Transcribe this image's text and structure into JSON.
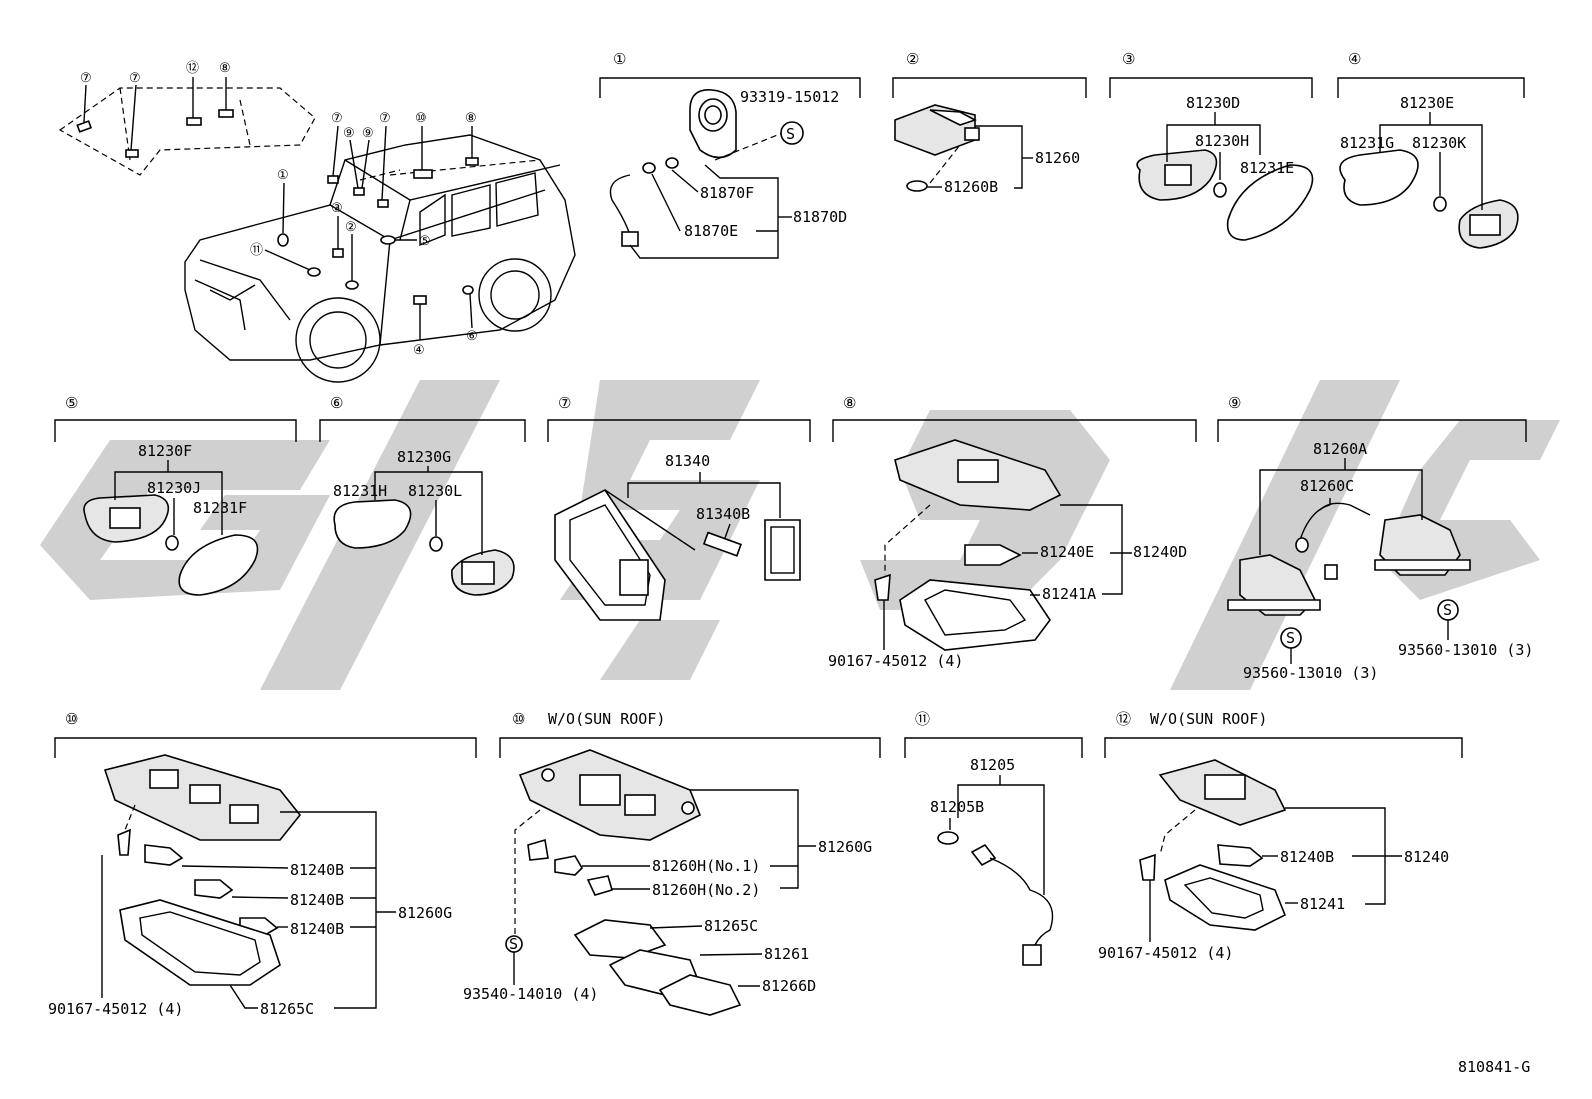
{
  "circled": [
    "①",
    "②",
    "③",
    "④",
    "⑤",
    "⑥",
    "⑦",
    "⑧",
    "⑨",
    "⑩",
    "⑪",
    "⑫"
  ],
  "section_titles": {
    "s10b": "W/O(SUN ROOF)",
    "s12": "W/O(SUN ROOF)"
  },
  "labels": {
    "s1": [
      "93319-15012",
      "81870F",
      "81870E",
      "81870D"
    ],
    "s2": [
      "81260",
      "81260B"
    ],
    "s3": [
      "81230D",
      "81230H",
      "81231E"
    ],
    "s4": [
      "81230E",
      "81231G",
      "81230K"
    ],
    "s5": [
      "81230F",
      "81230J",
      "81231F"
    ],
    "s6": [
      "81230G",
      "81231H",
      "81230L"
    ],
    "s7": [
      "81340",
      "81340B"
    ],
    "s8": [
      "81240E",
      "81240D",
      "81241A",
      "90167-45012 (4)"
    ],
    "s9": [
      "81260A",
      "81260C",
      "93560-13010 (3)",
      "93560-13010 (3)"
    ],
    "s10a": [
      "81240B",
      "81240B",
      "81240B",
      "81260G",
      "90167-45012 (4)",
      "81265C"
    ],
    "s10b": [
      "81260G",
      "81260H(No.1)",
      "81260H(No.2)",
      "81265C",
      "81261",
      "81266D",
      "93540-14010 (4)"
    ],
    "s11": [
      "81205",
      "81205B"
    ],
    "s12": [
      "81240B",
      "81240",
      "81241",
      "90167-45012 (4)"
    ]
  },
  "screw_symbol": "S",
  "diagram_code": "810841-G"
}
